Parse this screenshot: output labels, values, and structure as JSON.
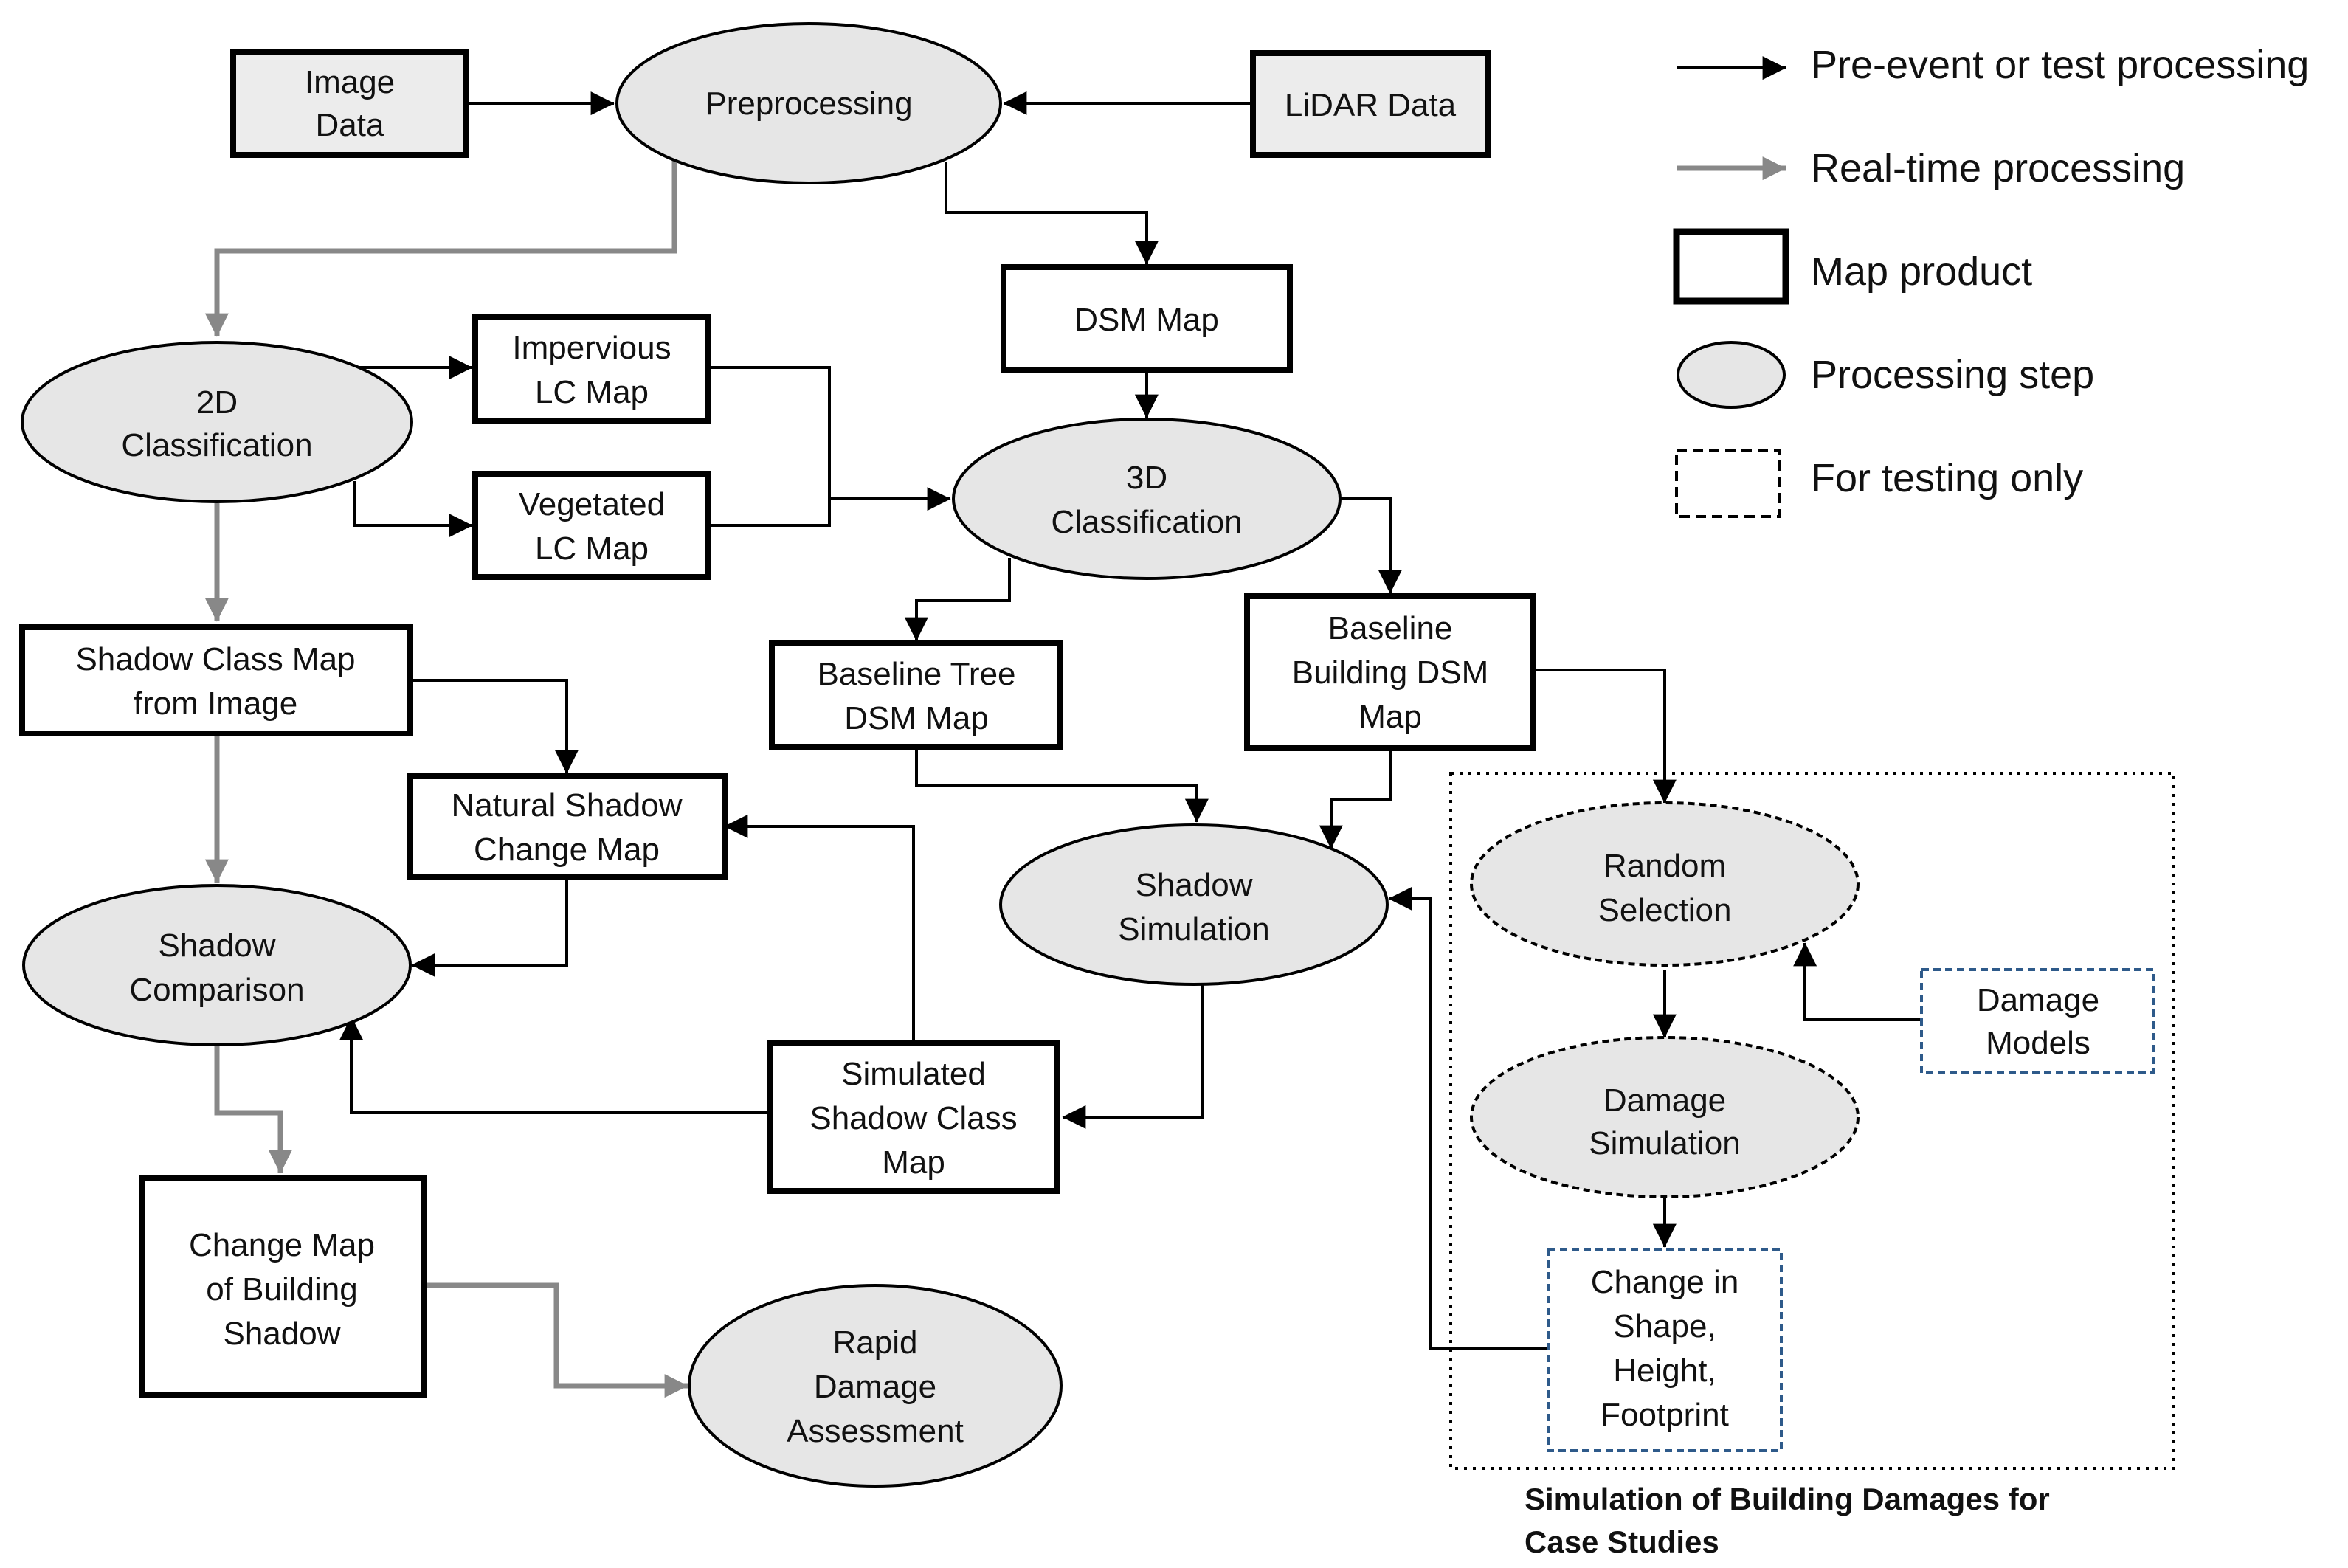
{
  "legend": [
    {
      "key": "pre_event",
      "label": "Pre-event or test processing",
      "symbol": "black-arrow-icon"
    },
    {
      "key": "real_time",
      "label": "Real-time processing",
      "symbol": "gray-arrow-icon"
    },
    {
      "key": "map_product",
      "label": "Map product",
      "symbol": "thick-rectangle-icon"
    },
    {
      "key": "processing_step",
      "label": "Processing step",
      "symbol": "gray-ellipse-icon"
    },
    {
      "key": "testing_only",
      "label": "For testing only",
      "symbol": "dashed-rectangle-icon"
    }
  ],
  "nodes": {
    "image_data": {
      "lines": [
        "Image",
        "Data"
      ],
      "kind": "input"
    },
    "preprocessing": {
      "lines": [
        "Preprocessing"
      ],
      "kind": "step"
    },
    "lidar_data": {
      "lines": [
        "LiDAR Data"
      ],
      "kind": "input"
    },
    "dsm_map": {
      "lines": [
        "DSM Map"
      ],
      "kind": "product"
    },
    "classification_2d": {
      "lines": [
        "2D",
        "Classification"
      ],
      "kind": "step"
    },
    "impervious_lc_map": {
      "lines": [
        "Impervious",
        "LC  Map"
      ],
      "kind": "product"
    },
    "vegetated_lc_map": {
      "lines": [
        "Vegetated",
        "LC Map"
      ],
      "kind": "product"
    },
    "classification_3d": {
      "lines": [
        "3D",
        "Classification"
      ],
      "kind": "step"
    },
    "baseline_tree_dsm": {
      "lines": [
        "Baseline Tree",
        "DSM Map"
      ],
      "kind": "product"
    },
    "baseline_building_dsm": {
      "lines": [
        "Baseline",
        "Building DSM",
        "Map"
      ],
      "kind": "product"
    },
    "shadow_class_map": {
      "lines": [
        "Shadow Class Map",
        "from Image"
      ],
      "kind": "product"
    },
    "natural_shadow_change": {
      "lines": [
        "Natural Shadow",
        "Change Map"
      ],
      "kind": "product"
    },
    "shadow_comparison": {
      "lines": [
        "Shadow",
        "Comparison"
      ],
      "kind": "step"
    },
    "shadow_simulation": {
      "lines": [
        "Shadow",
        "Simulation"
      ],
      "kind": "step"
    },
    "simulated_shadow_class": {
      "lines": [
        "Simulated",
        "Shadow Class",
        "Map"
      ],
      "kind": "product"
    },
    "change_map_building_shadow": {
      "lines": [
        "Change Map",
        "of Building",
        "Shadow"
      ],
      "kind": "product"
    },
    "rapid_damage_assessment": {
      "lines": [
        "Rapid",
        "Damage",
        "Assessment"
      ],
      "kind": "step"
    },
    "random_selection": {
      "lines": [
        "Random",
        "Selection"
      ],
      "kind": "testing-step"
    },
    "damage_models": {
      "lines": [
        "Damage",
        "Models"
      ],
      "kind": "testing-input"
    },
    "damage_simulation": {
      "lines": [
        "Damage",
        "Simulation"
      ],
      "kind": "testing-step"
    },
    "change_in_shape": {
      "lines": [
        "Change in",
        "Shape,",
        "Height,",
        "Footprint"
      ],
      "kind": "testing-input"
    }
  },
  "caption": {
    "lines": [
      "Simulation of Building Damages for",
      "Case Studies"
    ]
  },
  "colors": {
    "ellipse_fill": "#e6e6e6",
    "box_fill": "#ffffff",
    "stroke": "#000000",
    "real_time_arrow": "#888888",
    "testing_dashed_box": "#2e5a8a"
  }
}
